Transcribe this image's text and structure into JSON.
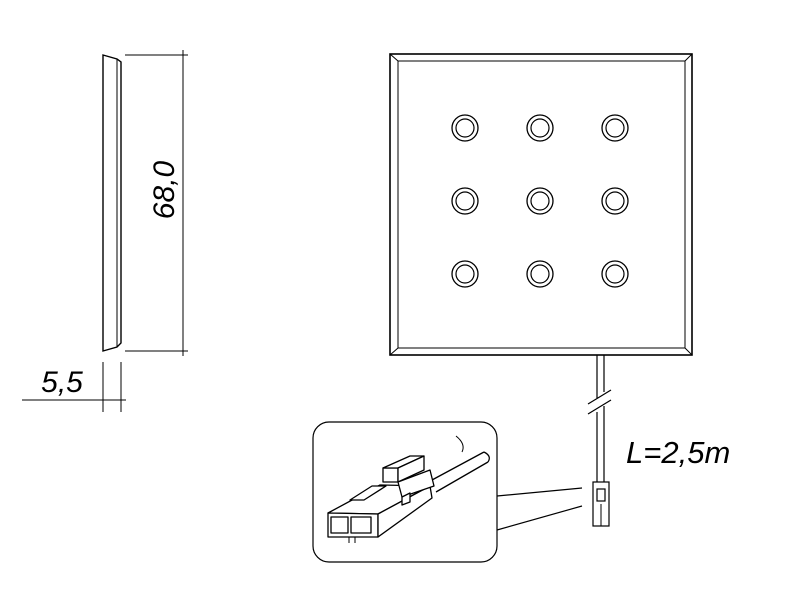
{
  "dimensions": {
    "height_label": "68,0",
    "thickness_label": "5,5",
    "cable_length_label": "L=2,5m"
  },
  "led_grid": {
    "rows": 3,
    "columns": 3
  },
  "colors": {
    "line": "#000000",
    "background": "#ffffff"
  }
}
